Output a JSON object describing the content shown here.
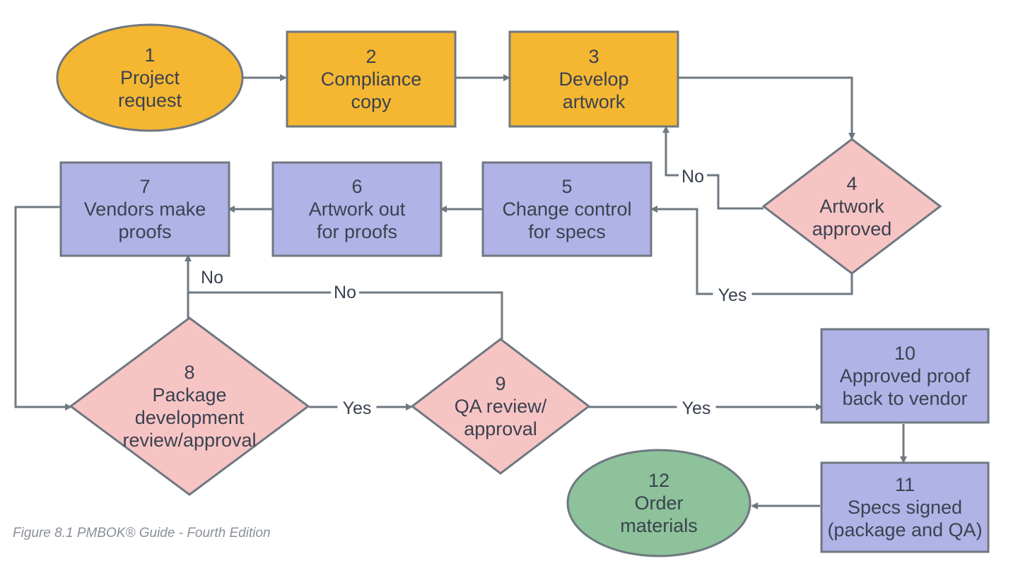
{
  "colors": {
    "initiation": "#f5b731",
    "process": "#b1b3e6",
    "decision": "#f7c4c4",
    "terminal": "#8dc29a",
    "line": "#6f7880",
    "text": "#3a4250"
  },
  "nodes": [
    {
      "id": "n1",
      "shape": "ellipse",
      "color": "initiation",
      "number": "1",
      "lines": [
        "Project",
        "request"
      ]
    },
    {
      "id": "n2",
      "shape": "rect",
      "color": "initiation",
      "number": "2",
      "lines": [
        "Compliance",
        "copy"
      ]
    },
    {
      "id": "n3",
      "shape": "rect",
      "color": "initiation",
      "number": "3",
      "lines": [
        "Develop",
        "artwork"
      ]
    },
    {
      "id": "n4",
      "shape": "diamond",
      "color": "decision",
      "number": "4",
      "lines": [
        "Artwork",
        "approved"
      ]
    },
    {
      "id": "n5",
      "shape": "rect",
      "color": "process",
      "number": "5",
      "lines": [
        "Change control",
        "for specs"
      ]
    },
    {
      "id": "n6",
      "shape": "rect",
      "color": "process",
      "number": "6",
      "lines": [
        "Artwork out",
        "for proofs"
      ]
    },
    {
      "id": "n7",
      "shape": "rect",
      "color": "process",
      "number": "7",
      "lines": [
        "Vendors make",
        "proofs"
      ]
    },
    {
      "id": "n8",
      "shape": "diamond",
      "color": "decision",
      "number": "8",
      "lines": [
        "Package",
        "development",
        "review/approval"
      ]
    },
    {
      "id": "n9",
      "shape": "diamond",
      "color": "decision",
      "number": "9",
      "lines": [
        "QA review/",
        "approval"
      ]
    },
    {
      "id": "n10",
      "shape": "rect",
      "color": "process",
      "number": "10",
      "lines": [
        "Approved proof",
        "back to vendor"
      ]
    },
    {
      "id": "n11",
      "shape": "rect",
      "color": "process",
      "number": "11",
      "lines": [
        "Specs signed",
        "(package and QA)"
      ]
    },
    {
      "id": "n12",
      "shape": "ellipse",
      "color": "terminal",
      "number": "12",
      "lines": [
        "Order",
        "materials"
      ]
    }
  ],
  "edges": [
    {
      "id": "e1-2",
      "from": "n1",
      "to": "n2",
      "label": ""
    },
    {
      "id": "e2-3",
      "from": "n2",
      "to": "n3",
      "label": ""
    },
    {
      "id": "e3-4",
      "from": "n3",
      "to": "n4",
      "label": ""
    },
    {
      "id": "e4-3",
      "from": "n4",
      "to": "n3",
      "label": "No"
    },
    {
      "id": "e4-5",
      "from": "n4",
      "to": "n5",
      "label": "Yes"
    },
    {
      "id": "e5-6",
      "from": "n5",
      "to": "n6",
      "label": ""
    },
    {
      "id": "e6-7",
      "from": "n6",
      "to": "n7",
      "label": ""
    },
    {
      "id": "e7-8",
      "from": "n7",
      "to": "n8",
      "label": ""
    },
    {
      "id": "e8-7",
      "from": "n8",
      "to": "n7",
      "label": "No"
    },
    {
      "id": "e9-7",
      "from": "n9",
      "to": "n7",
      "label": "No"
    },
    {
      "id": "e8-9",
      "from": "n8",
      "to": "n9",
      "label": "Yes"
    },
    {
      "id": "e9-10",
      "from": "n9",
      "to": "n10",
      "label": "Yes"
    },
    {
      "id": "e10-11",
      "from": "n10",
      "to": "n11",
      "label": ""
    },
    {
      "id": "e11-12",
      "from": "n11",
      "to": "n12",
      "label": ""
    }
  ],
  "caption": "Figure 8.1 PMBOK® Guide - Fourth Edition"
}
